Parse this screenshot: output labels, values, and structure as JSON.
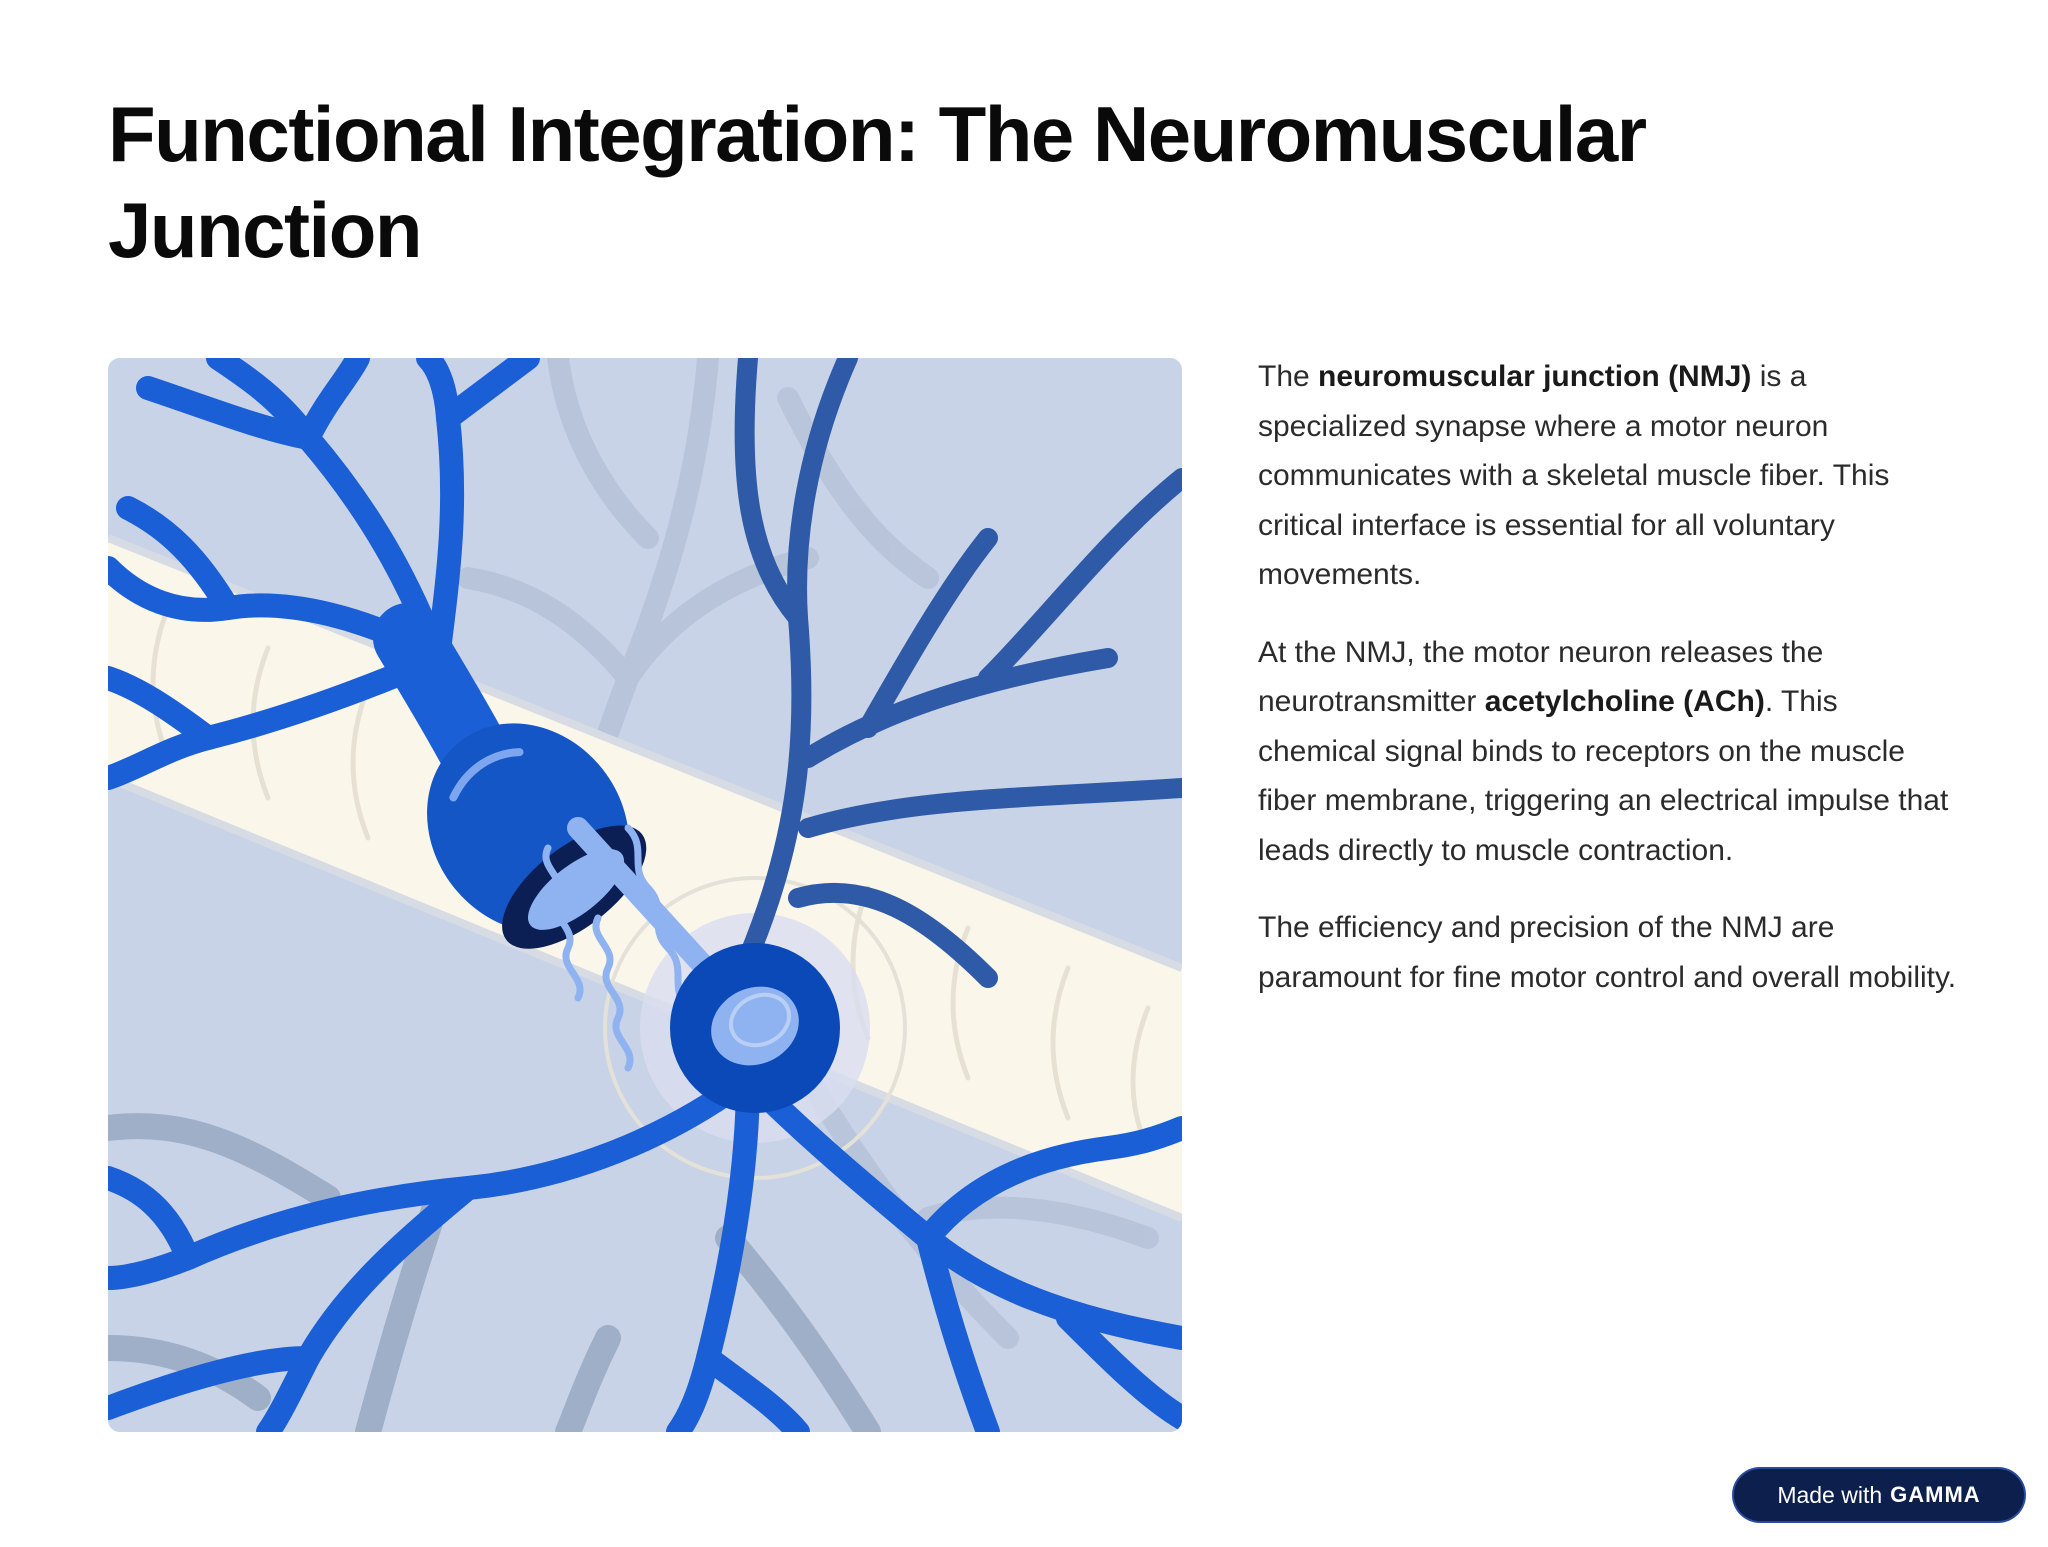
{
  "slide": {
    "title": "Functional Integration: The Neuromuscular Junction",
    "illustration_icon": "neuromuscular-junction-illustration",
    "paragraphs": [
      {
        "before": "The ",
        "bold": "neuromuscular junction (NMJ)",
        "after": " is a specialized synapse where a motor neuron communicates with a skeletal muscle fiber. This critical interface is essential for all voluntary movements."
      },
      {
        "before": "At the NMJ, the motor neuron releases the neurotransmitter ",
        "bold": "acetylcholine (ACh)",
        "after": ". This chemical signal binds to receptors on the muscle fiber membrane, triggering an electrical impulse that leads directly to muscle contraction."
      },
      {
        "text": "The efficiency and precision of the NMJ are paramount for fine motor control and overall mobility."
      }
    ]
  },
  "badge": {
    "prefix": "Made with",
    "brand": "GAMMA"
  },
  "colors": {
    "neuron_blue": "#1a5fd6",
    "neuron_dark": "#0b3fa8",
    "muscle_fiber": "#fbf6ea",
    "background": "#c8d2e6",
    "badge_bg": "#0d1f4d"
  }
}
